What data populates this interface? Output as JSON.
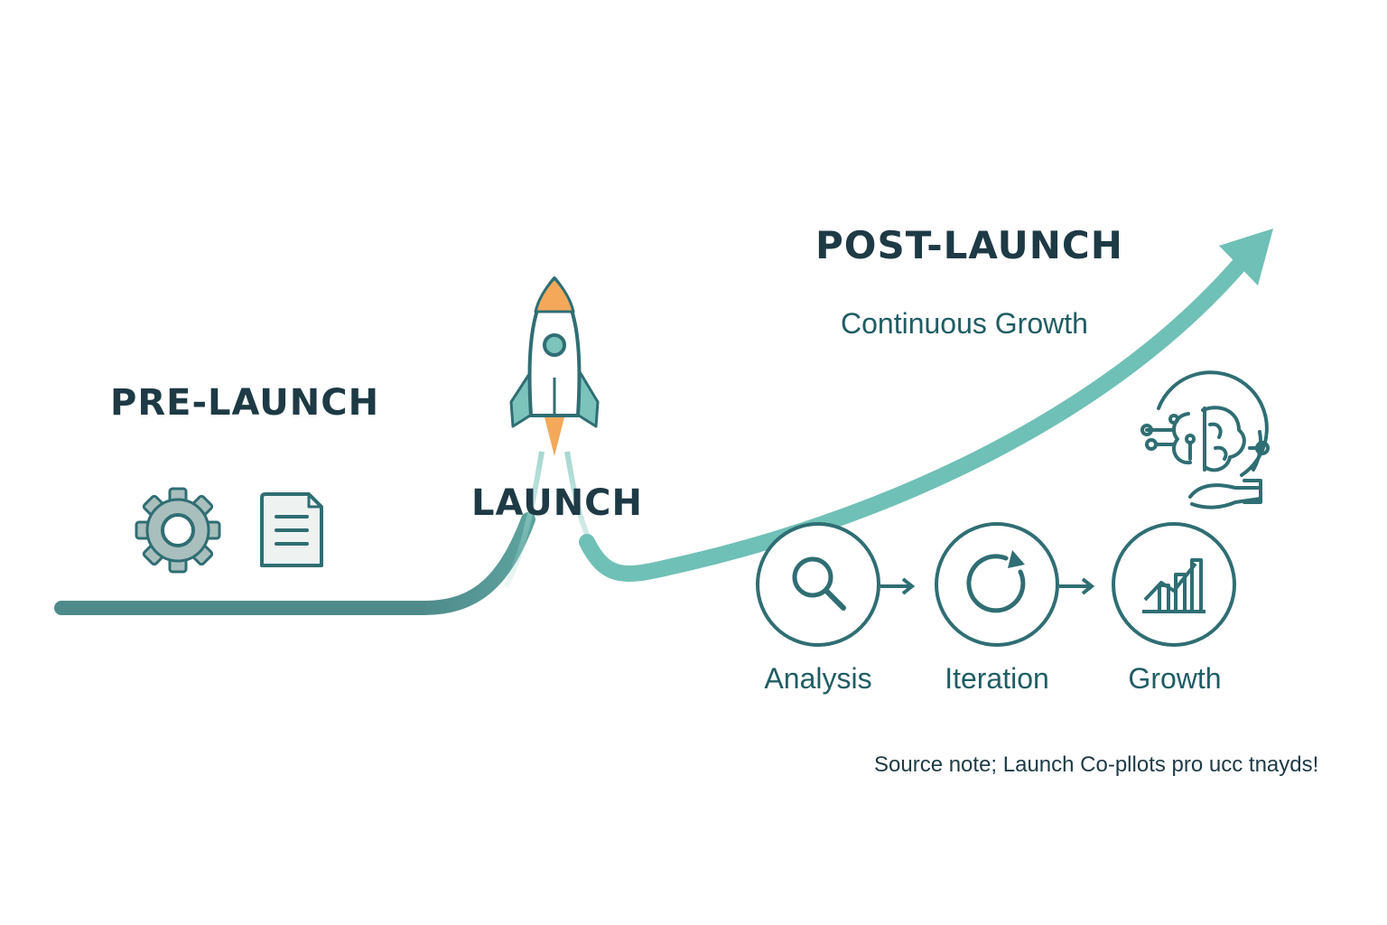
{
  "phases": {
    "pre_launch": "PRE-LAUNCH",
    "launch": "LAUNCH",
    "post_launch": "POST-LAUNCH",
    "post_launch_subtitle": "Continuous Growth"
  },
  "steps": [
    {
      "label": "Analysis",
      "icon": "magnifier-icon"
    },
    {
      "label": "Iteration",
      "icon": "refresh-icon"
    },
    {
      "label": "Growth",
      "icon": "bar-chart-icon"
    }
  ],
  "pre_launch_icons": [
    "gear-icon",
    "document-icon"
  ],
  "post_launch_icon": "brain-hand-icon",
  "source_note": "Source note; Launch Co-pllots pro ucc tnayds!",
  "colors": {
    "dark_text": "#1d3a45",
    "teal_text": "#1f5d63",
    "line_dark": "#4e8a8a",
    "line_teal": "#6fc0b6",
    "icon_stroke": "#2f6e73",
    "rocket_orange": "#f4a95a",
    "gear_fill": "#a9bfbd"
  }
}
